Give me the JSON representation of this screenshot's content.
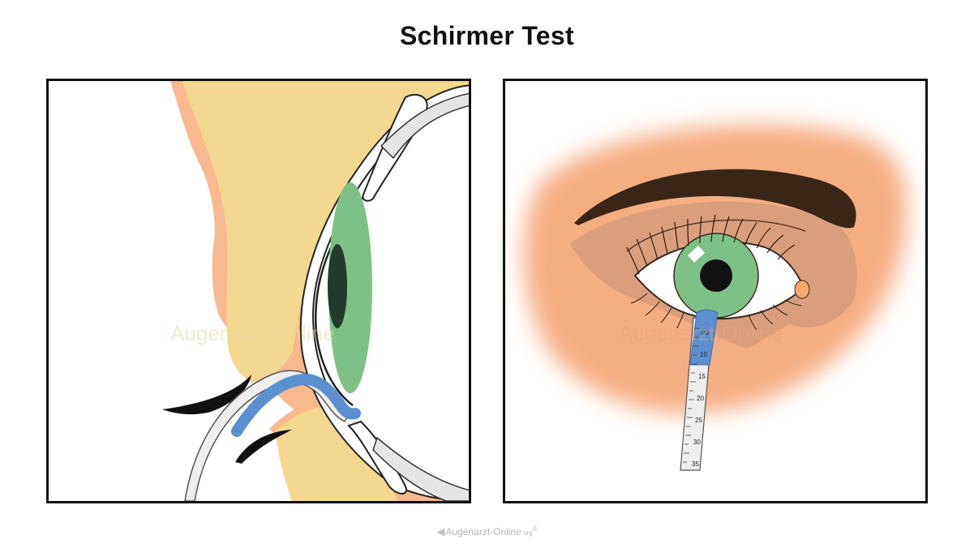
{
  "title": "Schirmer Test",
  "footer": {
    "logo_icon": "eye-logo-icon",
    "brand": "Augenarzt-Online",
    "tld": ".org",
    "registered": "®"
  },
  "watermark": "Augenarzt-Online",
  "strip": {
    "scale_labels": [
      "05",
      "10",
      "15",
      "20",
      "25",
      "30",
      "35"
    ]
  },
  "colors": {
    "skin": "#f4d88f",
    "skin_outline": "#f7b98d",
    "face_skin": "#f5ad82",
    "iris": "#7ec187",
    "pupil": "#223b2e",
    "strip_blue": "#5b8fd0",
    "strip_paper": "#eeeeee",
    "eyebrow": "#3a2616"
  }
}
